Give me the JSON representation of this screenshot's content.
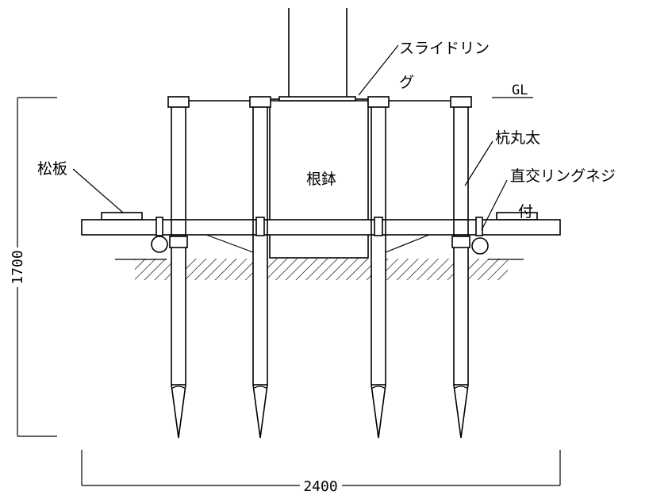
{
  "labels": {
    "slide_ring_line1": "スライドリン",
    "slide_ring_line2": "グ",
    "ground_level": "GL",
    "pine_board": "松板",
    "root_ball": "根鉢",
    "stake_log": "杭丸太",
    "cross_ring_line1": "直交リングネジ",
    "cross_ring_line2": "付"
  },
  "dimensions": {
    "height": "1700",
    "width": "2400"
  },
  "colors": {
    "line": "#000000",
    "hatch": "#000000",
    "background": "#ffffff"
  }
}
